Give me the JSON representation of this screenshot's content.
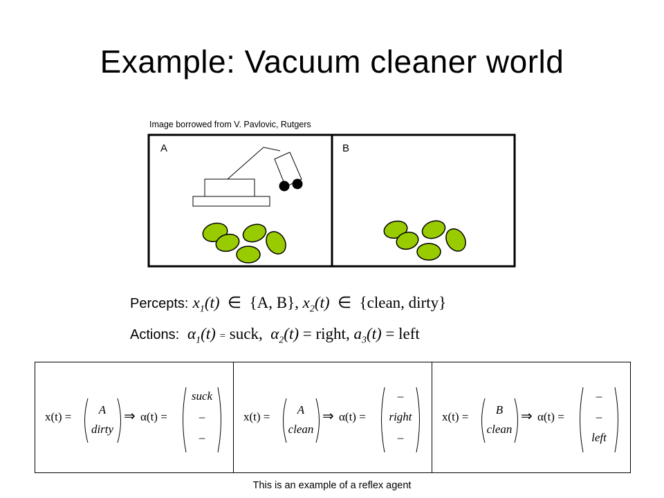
{
  "title": "Example: Vacuum cleaner world",
  "credit": "Image borrowed from V. Pavlovic, Rutgers",
  "rooms": [
    {
      "label": "A"
    },
    {
      "label": "B"
    }
  ],
  "colors": {
    "dirt": "#99cc00",
    "stroke": "#000000",
    "background": "#ffffff"
  },
  "percepts": {
    "label": "Percepts:",
    "x1": "x",
    "x1_sub": "1",
    "x1_set": "{A, B},",
    "x2": "x",
    "x2_sub": "2",
    "x2_set": "{clean, dirty}",
    "arg": "(t)",
    "elem": "∈"
  },
  "actions": {
    "label": "Actions:",
    "a1_sym": "α",
    "a1_sub": "1",
    "a1_val": "suck,",
    "a2_sym": "α",
    "a2_sub": "2",
    "a2_val": "right,",
    "a3_sym": "a",
    "a3_sub": "3",
    "a3_val": "left",
    "arg": "(t)",
    "eq": "="
  },
  "rules": [
    {
      "lhs": "x(t) =",
      "state": [
        "A",
        "dirty"
      ],
      "arrow": "⇒",
      "rhs": "α(t) =",
      "action": [
        "suck",
        "–",
        "–"
      ]
    },
    {
      "lhs": "x(t) =",
      "state": [
        "A",
        "clean"
      ],
      "arrow": "⇒",
      "rhs": "α(t) =",
      "action": [
        "–",
        "right",
        "–"
      ]
    },
    {
      "lhs": "x(t) =",
      "state": [
        "B",
        "clean"
      ],
      "arrow": "⇒",
      "rhs": "α(t) =",
      "action": [
        "–",
        "–",
        "left"
      ]
    }
  ],
  "footer": "This is an example of a reflex agent"
}
